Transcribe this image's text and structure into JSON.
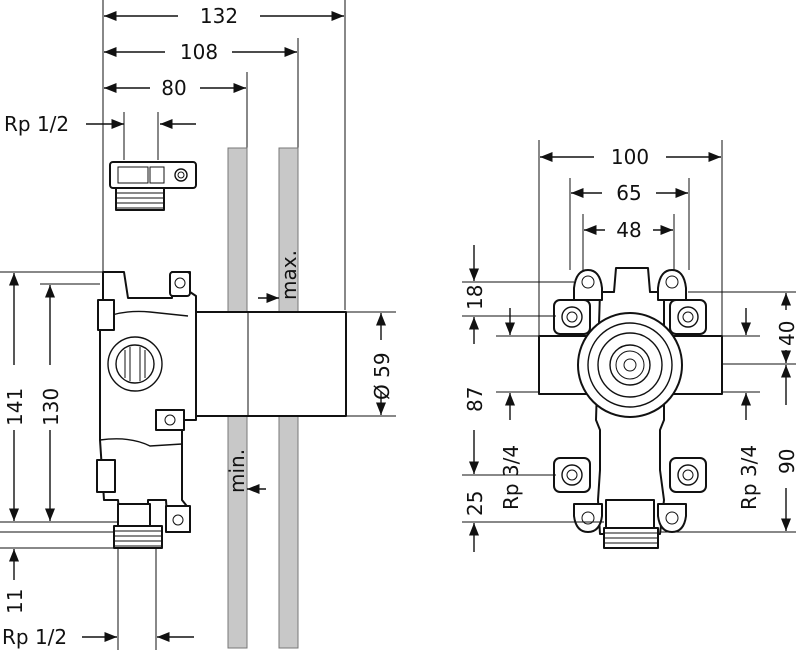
{
  "side_view": {
    "dim_132": "132",
    "dim_108": "108",
    "dim_80": "80",
    "thread_top": "Rp 1/2",
    "thread_bottom": "Rp 1/2",
    "label_max": "max.",
    "label_min": "min.",
    "dim_diameter": "Ø 59",
    "dim_141": "141",
    "dim_130": "130",
    "dim_11": "11"
  },
  "front_view": {
    "dim_100": "100",
    "dim_65": "65",
    "dim_48": "48",
    "dim_18": "18",
    "dim_87": "87",
    "dim_25": "25",
    "thread_left": "Rp 3/4",
    "thread_right": "Rp 3/4",
    "dim_40": "40",
    "dim_90": "90"
  }
}
